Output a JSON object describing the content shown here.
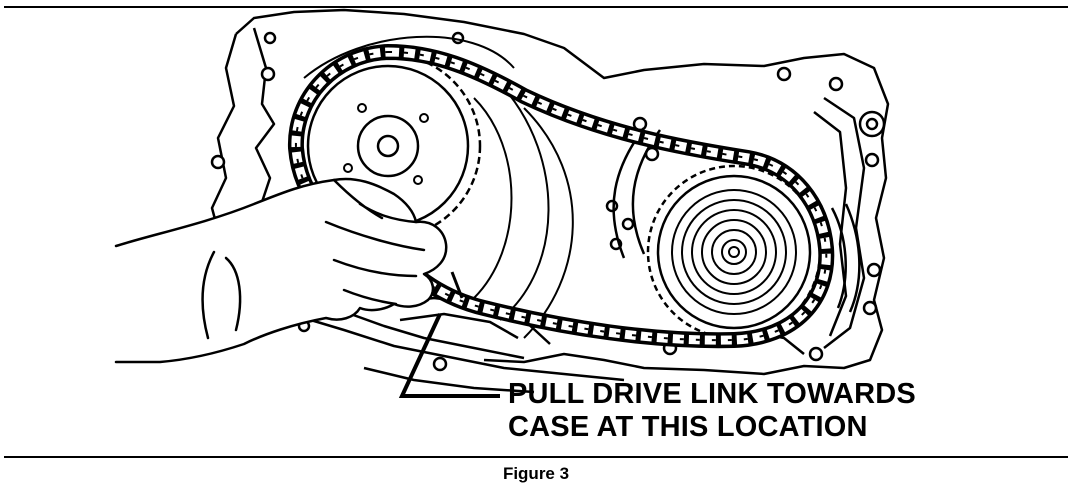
{
  "figure": {
    "callout_line1": "PULL DRIVE LINK TOWARDS",
    "callout_line2": "CASE AT THIS LOCATION",
    "caption": "Figure 3"
  }
}
